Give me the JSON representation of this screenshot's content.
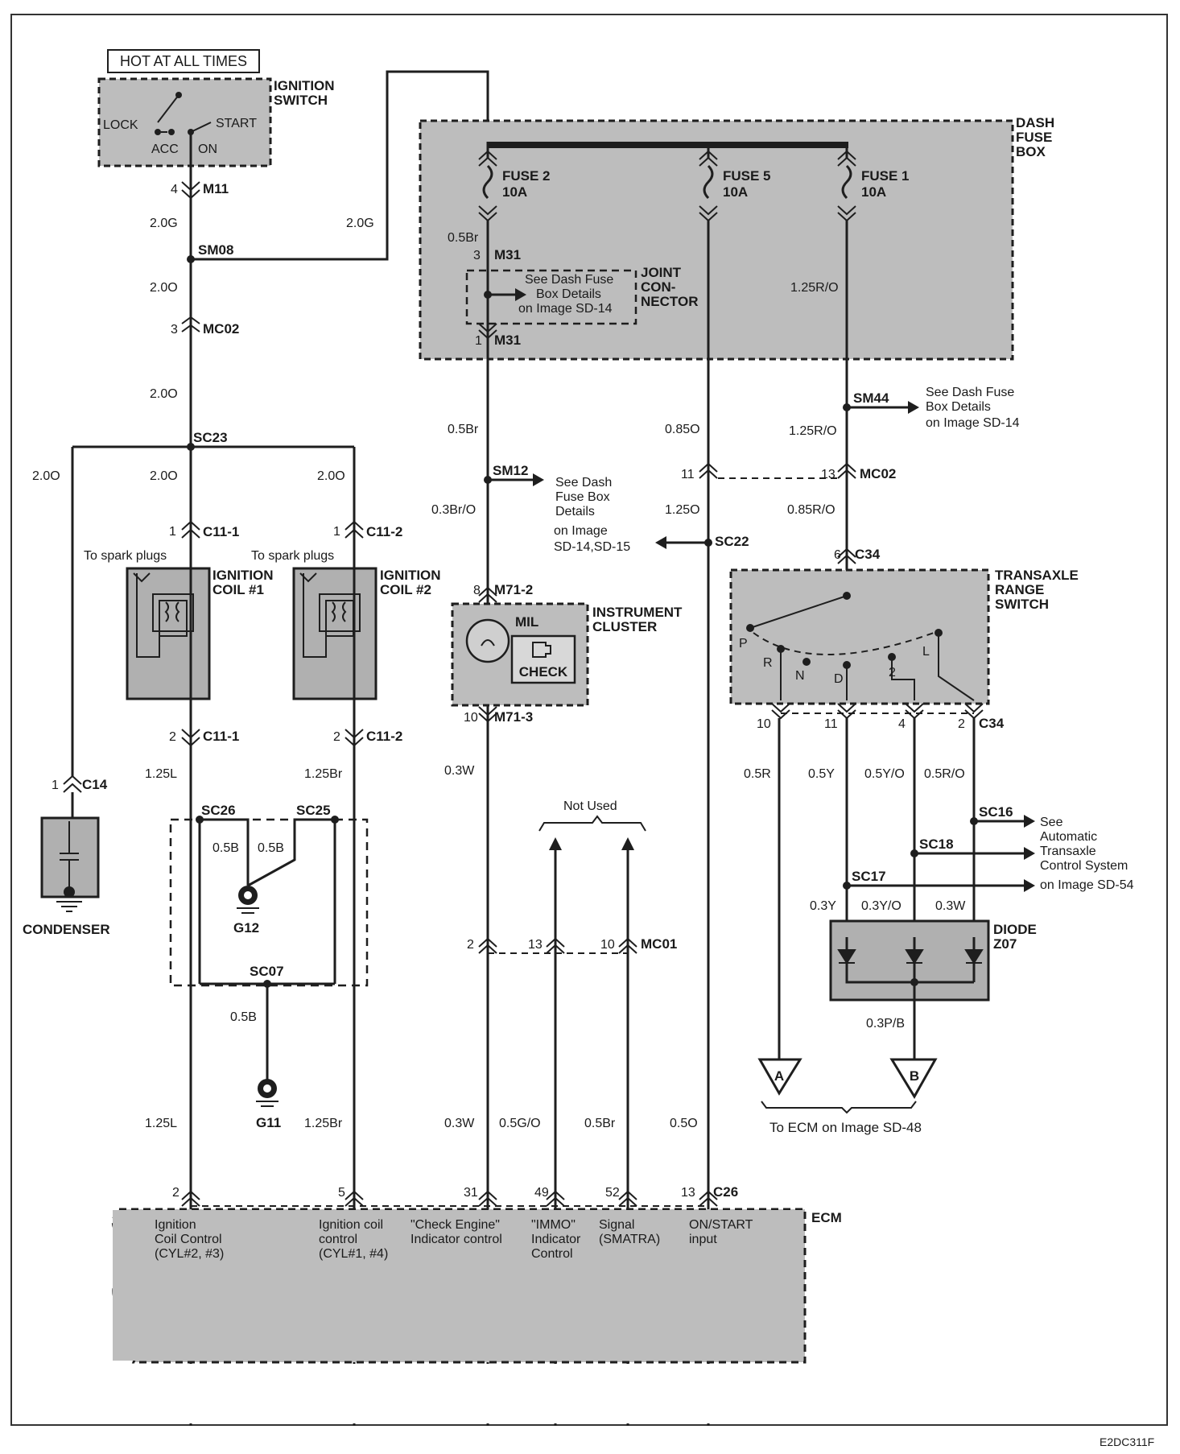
{
  "hot_at_all_times": "HOT AT ALL TIMES",
  "ignition_switch": {
    "title1": "IGNITION",
    "title2": "SWITCH",
    "lock": "LOCK",
    "start": "START",
    "acc": "ACC",
    "on": "ON"
  },
  "dash_fuse_box": {
    "title1": "DASH",
    "title2": "FUSE",
    "title3": "BOX"
  },
  "fuses": [
    {
      "name": "FUSE 2",
      "rating": "10A"
    },
    {
      "name": "FUSE 5",
      "rating": "10A"
    },
    {
      "name": "FUSE 1",
      "rating": "10A"
    }
  ],
  "joint_connector": {
    "title1": "JOINT",
    "title2": "CON-",
    "title3": "NECTOR",
    "note1": "See Dash Fuse",
    "note2": "Box Details",
    "note3": "on Image SD-14"
  },
  "connectors": {
    "m11": "M11",
    "sm08": "SM08",
    "mc02": "MC02",
    "sc23": "SC23",
    "m31": "M31",
    "sm12": "SM12",
    "sm44": "SM44",
    "c11_1": "C11-1",
    "c11_2": "C11-2",
    "c14": "C14",
    "sc22": "SC22",
    "c34": "C34",
    "m71_2": "M71-2",
    "m71_3": "M71-3",
    "sc26": "SC26",
    "sc25": "SC25",
    "sc07": "SC07",
    "g12": "G12",
    "g11": "G11",
    "sc16": "SC16",
    "sc18": "SC18",
    "sc17": "SC17",
    "mc01": "MC01",
    "c26": "C26"
  },
  "pins": {
    "p4": "4",
    "p3": "3",
    "p1": "1",
    "p2": "2",
    "p11": "11",
    "p13": "13",
    "p6": "6",
    "p8": "8",
    "p10": "10",
    "p5": "5",
    "p31": "31",
    "p49": "49",
    "p52": "52"
  },
  "wires": {
    "w20g": "2.0G",
    "w20o": "2.0O",
    "w05br": "0.5Br",
    "w125ro": "1.25R/O",
    "w085o": "0.85O",
    "w03bro": "0.3Br/O",
    "w125o": "1.25O",
    "w085ro": "0.85R/O",
    "w125l": "1.25L",
    "w125br": "1.25Br",
    "w05b": "0.5B",
    "w03w": "0.3W",
    "w05r": "0.5R",
    "w05y": "0.5Y",
    "w05yo": "0.5Y/O",
    "w05ro": "0.5R/O",
    "w03y": "0.3Y",
    "w03yo": "0.3Y/O",
    "w03pb": "0.3P/B",
    "w05go": "0.5G/O",
    "w05o": "0.5O"
  },
  "notes": {
    "sm44_1": "See Dash Fuse",
    "sm44_2": "Box Details",
    "sm44_3": "on Image SD-14",
    "sm12_1": "See Dash",
    "sm12_2": "Fuse Box",
    "sm12_3": "Details",
    "sc22_1": "on Image",
    "sc22_2": "SD-14,SD-15",
    "tcs_1": "See",
    "tcs_2": "Automatic",
    "tcs_3": "Transaxle",
    "tcs_4": "Control System",
    "tcs_5": "on Image SD-54",
    "not_used": "Not Used",
    "to_ecm": "To ECM on Image SD-48"
  },
  "coils": {
    "c1_title1": "IGNITION",
    "c1_title2": "COIL #1",
    "c2_title1": "IGNITION",
    "c2_title2": "COIL #2",
    "spark": "To spark plugs"
  },
  "condenser": "CONDENSER",
  "cluster": {
    "title1": "INSTRUMENT",
    "title2": "CLUSTER",
    "mil": "MIL",
    "check": "CHECK"
  },
  "trs": {
    "title1": "TRANSAXLE",
    "title2": "RANGE",
    "title3": "SWITCH",
    "p": "P",
    "r": "R",
    "n": "N",
    "d": "D",
    "two": "2",
    "l": "L"
  },
  "diode": {
    "title1": "DIODE",
    "title2": "Z07"
  },
  "arrows": {
    "a": "A",
    "b": "B"
  },
  "ecm": {
    "title": "ECM",
    "t1a": "Ignition",
    "t1b": "Coil Control",
    "t1c": "(CYL#2, #3)",
    "t2a": "Ignition coil",
    "t2b": "control",
    "t2c": "(CYL#1, #4)",
    "t3a": "\"Check Engine\"",
    "t3b": "Indicator control",
    "t4a": "\"IMMO\"",
    "t4b": "Indicator",
    "t4c": "Control",
    "t5a": "Signal",
    "t5b": "(SMATRA)",
    "t6a": "ON/START",
    "t6b": "input"
  },
  "code": "E2DC311F"
}
